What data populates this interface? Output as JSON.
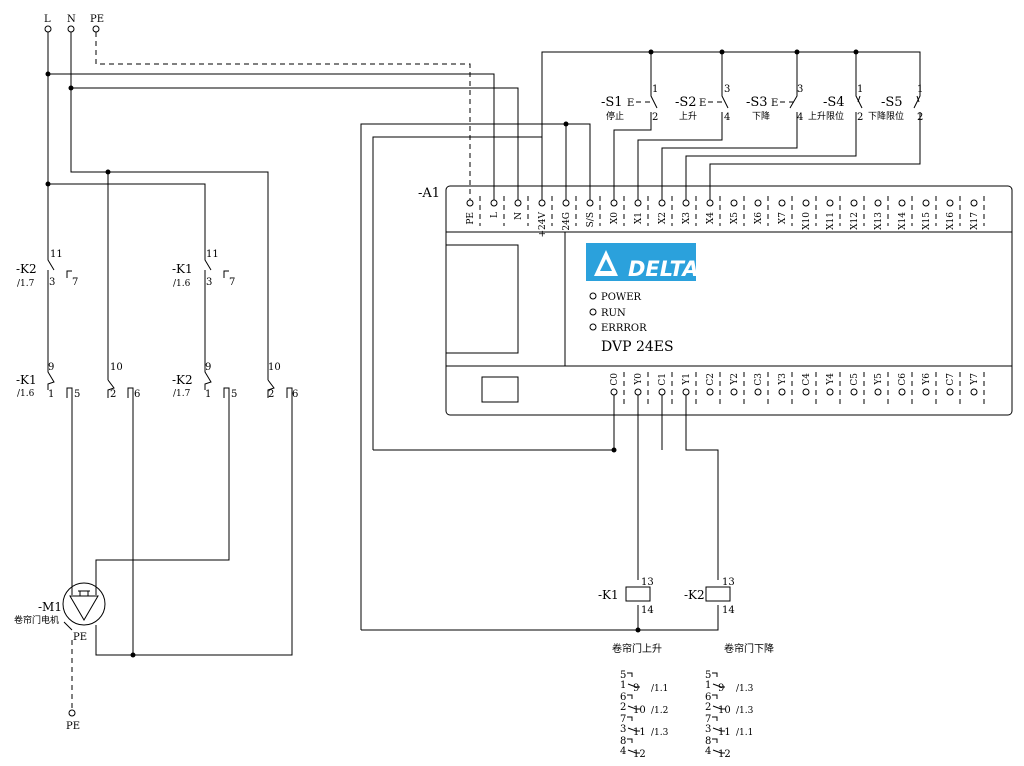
{
  "supply": {
    "l": "L",
    "n": "N",
    "pe": "PE"
  },
  "plc": {
    "ref": "-A1",
    "brand": "DELTA",
    "model": "DVP 24ES",
    "leds": [
      "POWER",
      "RUN",
      "ERRROR"
    ],
    "inputs": [
      "PE",
      "L",
      "N",
      "+24V",
      "24G",
      "S/S",
      "X0",
      "X1",
      "X2",
      "X3",
      "X4",
      "X5",
      "X6",
      "X7",
      "X10",
      "X11",
      "X12",
      "X13",
      "X14",
      "X15",
      "X16",
      "X17"
    ],
    "outputs": [
      "C0",
      "Y0",
      "C1",
      "Y1",
      "C2",
      "Y2",
      "C3",
      "Y3",
      "C4",
      "Y4",
      "C5",
      "Y5",
      "C6",
      "Y6",
      "C7",
      "Y7"
    ]
  },
  "switches": [
    {
      "ref": "-S1",
      "label": "停止",
      "top": "1",
      "bottom": "2"
    },
    {
      "ref": "-S2",
      "label": "上升",
      "top": "3",
      "bottom": "4"
    },
    {
      "ref": "-S3",
      "label": "下降",
      "top": "3",
      "bottom": "4"
    },
    {
      "ref": "-S4",
      "label": "上升限位",
      "top": "1",
      "bottom": "2"
    },
    {
      "ref": "-S5",
      "label": "下降限位",
      "top": "1",
      "bottom": "2"
    }
  ],
  "power_contacts": {
    "k2_aux": {
      "ref": "-K2",
      "page": "/1.7",
      "n1": "11",
      "n2": "3",
      "n3": "7"
    },
    "k1_aux": {
      "ref": "-K1",
      "page": "/1.6",
      "n1": "11",
      "n2": "3",
      "n3": "7"
    },
    "k1_main": {
      "ref": "-K1",
      "page": "/1.6",
      "a": "9",
      "b": "1",
      "c": "5",
      "d": "10",
      "e": "2",
      "f": "6"
    },
    "k2_main": {
      "ref": "-K2",
      "page": "/1.7",
      "a": "9",
      "b": "1",
      "c": "5",
      "d": "10",
      "e": "2",
      "f": "6"
    }
  },
  "motor": {
    "ref": "-M1",
    "label": "卷帘门电机",
    "pe": "PE",
    "pe_bottom": "PE"
  },
  "coils": [
    {
      "ref": "-K1",
      "top": "13",
      "bottom": "14",
      "caption": "卷帘门上升",
      "contacts": [
        {
          "no": "5",
          "com": "1",
          "nc": "9",
          "page": "/1.1"
        },
        {
          "no": "6",
          "com": "2",
          "nc": "10",
          "page": "/1.2"
        },
        {
          "no": "7",
          "com": "3",
          "nc": "11",
          "page": "/1.3"
        },
        {
          "no": "8",
          "com": "4",
          "nc": "12",
          "page": ""
        }
      ]
    },
    {
      "ref": "-K2",
      "top": "13",
      "bottom": "14",
      "caption": "卷帘门下降",
      "contacts": [
        {
          "no": "5",
          "com": "1",
          "nc": "9",
          "page": "/1.3"
        },
        {
          "no": "6",
          "com": "2",
          "nc": "10",
          "page": "/1.3"
        },
        {
          "no": "7",
          "com": "3",
          "nc": "11",
          "page": "/1.1"
        },
        {
          "no": "8",
          "com": "4",
          "nc": "12",
          "page": ""
        }
      ]
    }
  ]
}
